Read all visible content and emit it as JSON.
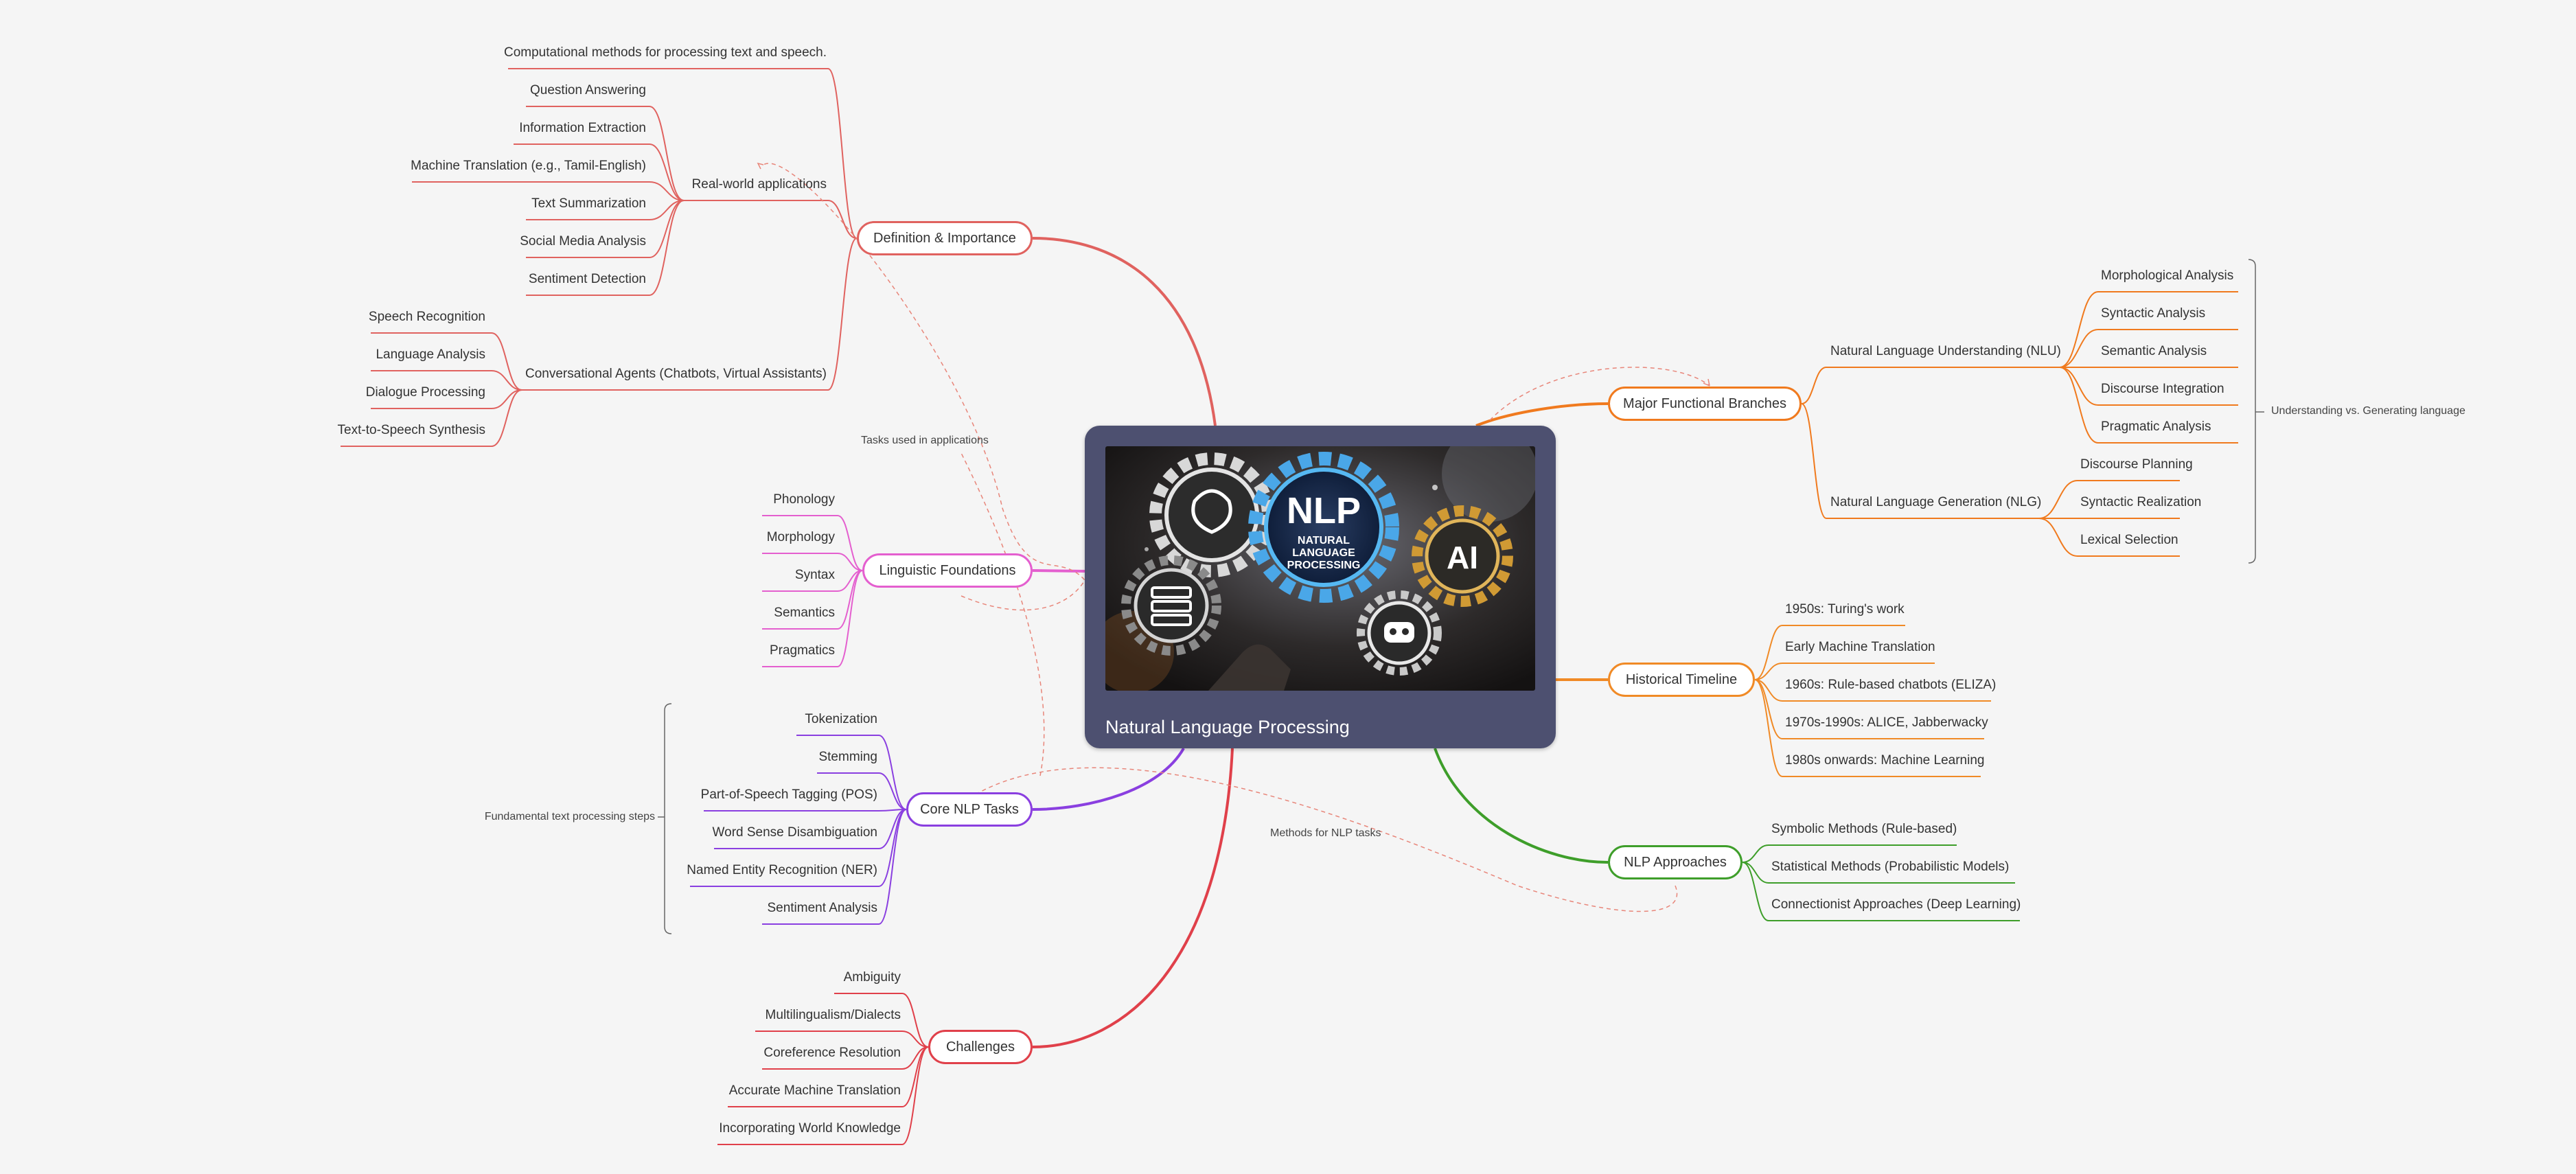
{
  "center": {
    "title": "Natural Language Processing",
    "image_text": {
      "big": "NLP",
      "line1": "NATURAL",
      "line2": "LANGUAGE",
      "line3": "PROCESSING",
      "ai": "AI"
    }
  },
  "colors": {
    "definition": "#e0625f",
    "linguistic": "#e45fcf",
    "core": "#8a3fe0",
    "challenges": "#e0404a",
    "branches": "#f07a1e",
    "timeline": "#f08a26",
    "approaches": "#3e9e2a",
    "relation": "#e8867a"
  },
  "branches": {
    "definition": {
      "label": "Definition & Importance",
      "children": {
        "comp": "Computational methods for processing text and speech.",
        "apps": {
          "label": "Real-world applications",
          "items": [
            "Question Answering",
            "Information Extraction",
            "Machine Translation (e.g., Tamil-English)",
            "Text Summarization",
            "Social Media Analysis",
            "Sentiment Detection"
          ]
        },
        "agents": {
          "label": "Conversational Agents (Chatbots, Virtual Assistants)",
          "items": [
            "Speech Recognition",
            "Language Analysis",
            "Dialogue Processing",
            "Text-to-Speech Synthesis"
          ]
        }
      }
    },
    "linguistic": {
      "label": "Linguistic Foundations",
      "items": [
        "Phonology",
        "Morphology",
        "Syntax",
        "Semantics",
        "Pragmatics"
      ]
    },
    "core": {
      "label": "Core NLP Tasks",
      "items": [
        "Tokenization",
        "Stemming",
        "Part-of-Speech Tagging (POS)",
        "Word Sense Disambiguation",
        "Named Entity Recognition (NER)",
        "Sentiment Analysis"
      ],
      "summary": "Fundamental text processing steps"
    },
    "challenges": {
      "label": "Challenges",
      "items": [
        "Ambiguity",
        "Multilingualism/Dialects",
        "Coreference Resolution",
        "Accurate Machine Translation",
        "Incorporating World Knowledge"
      ]
    },
    "major": {
      "label": "Major Functional Branches",
      "nlu": {
        "label": "Natural Language Understanding (NLU)",
        "items": [
          "Morphological Analysis",
          "Syntactic Analysis",
          "Semantic Analysis",
          "Discourse Integration",
          "Pragmatic Analysis"
        ]
      },
      "nlg": {
        "label": "Natural Language Generation (NLG)",
        "items": [
          "Discourse Planning",
          "Syntactic Realization",
          "Lexical Selection"
        ]
      },
      "summary": "Understanding vs. Generating language"
    },
    "timeline": {
      "label": "Historical Timeline",
      "items": [
        "1950s: Turing's work",
        "Early Machine Translation",
        "1960s: Rule-based chatbots (ELIZA)",
        "1970s-1990s: ALICE, Jabberwacky",
        "1980s onwards: Machine Learning"
      ]
    },
    "approaches": {
      "label": "NLP Approaches",
      "items": [
        "Symbolic Methods (Rule-based)",
        "Statistical Methods (Probabilistic Models)",
        "Connectionist Approaches (Deep Learning)"
      ]
    }
  },
  "relations": {
    "tasks_in_apps": "Tasks used in applications",
    "methods_for_tasks": "Methods for NLP tasks"
  }
}
